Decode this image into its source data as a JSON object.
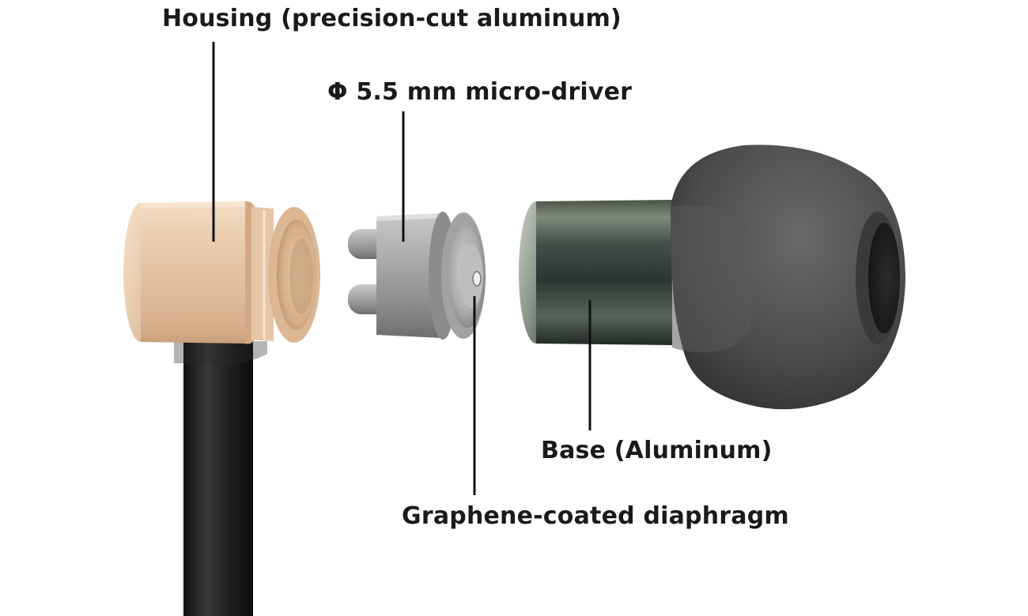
{
  "labels": {
    "housing": "Housing (precision-cut aluminum)",
    "driver": "Φ 5.5 mm micro-driver",
    "base": "Base (Aluminum)",
    "diaphragm": "Graphene-coated diaphragm"
  },
  "colors": {
    "background": "#ffffff",
    "text": "#1a1a1a",
    "housing": "#e6c4a4",
    "driver": "#9a9a9a",
    "base": "#3a463c",
    "eartip": "#4e4e4e",
    "cable": "#222222",
    "leader_line": "#111111"
  }
}
